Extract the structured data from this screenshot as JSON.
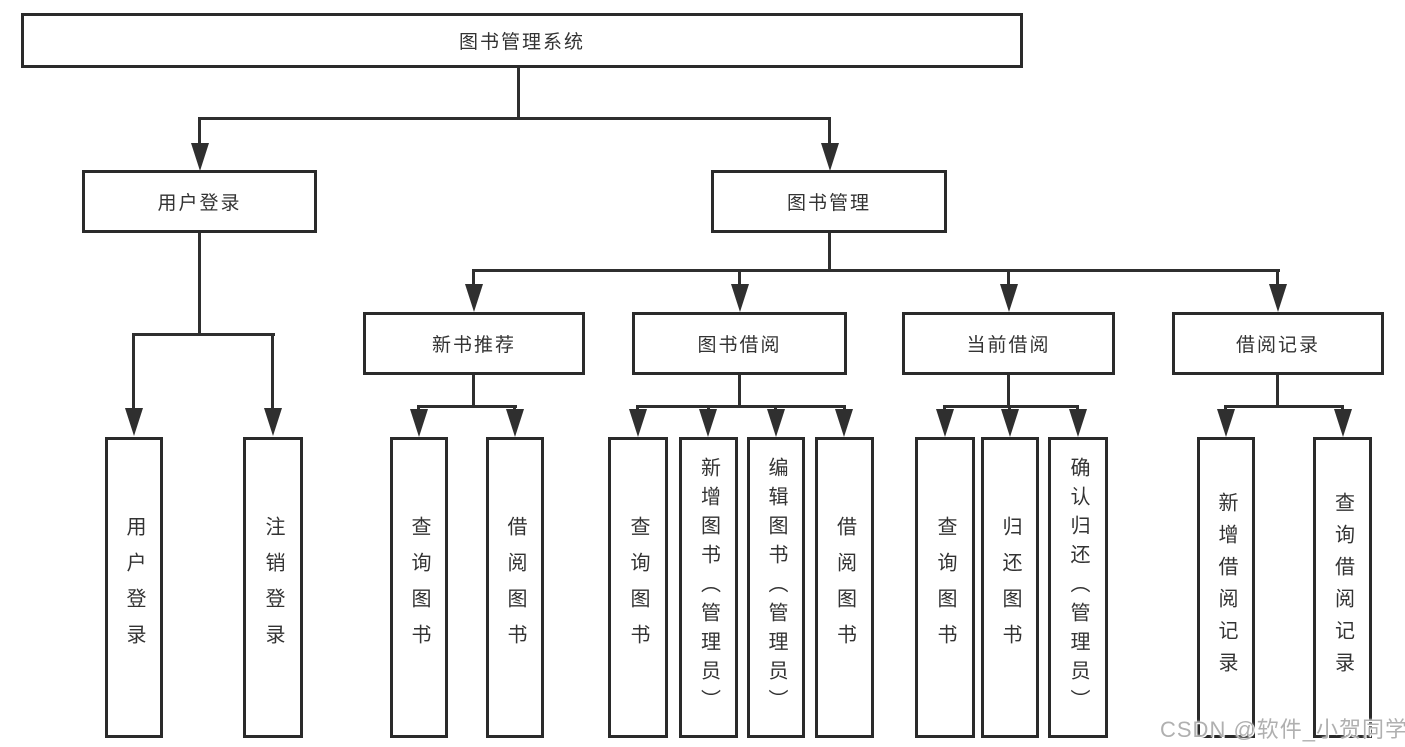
{
  "colors": {
    "line": "#2f2f2f",
    "box-border": "#2a2a2a",
    "box-fill": "#ffffff",
    "text": "#333333",
    "watermark": "#b0b0b0",
    "background": "#ffffff"
  },
  "tree": {
    "root": {
      "label": "图书管理系统"
    },
    "user_login": {
      "label": "用户登录",
      "children": [
        {
          "label": "用户登录"
        },
        {
          "label": "注销登录"
        }
      ]
    },
    "book_mgmt": {
      "label": "图书管理",
      "children": [
        {
          "label": "新书推荐",
          "children": [
            {
              "label": "查询图书"
            },
            {
              "label": "借阅图书"
            }
          ]
        },
        {
          "label": "图书借阅",
          "children": [
            {
              "label": "查询图书"
            },
            {
              "label": "新增图书（管理员）"
            },
            {
              "label": "编辑图书（管理员）"
            },
            {
              "label": "借阅图书"
            }
          ]
        },
        {
          "label": "当前借阅",
          "children": [
            {
              "label": "查询图书"
            },
            {
              "label": "归还图书"
            },
            {
              "label": "确认归还（管理员）"
            }
          ]
        },
        {
          "label": "借阅记录",
          "children": [
            {
              "label": "新增借阅记录"
            },
            {
              "label": "查询借阅记录"
            }
          ]
        }
      ]
    }
  },
  "watermark": {
    "text": "CSDN @软件_小贺同学"
  }
}
